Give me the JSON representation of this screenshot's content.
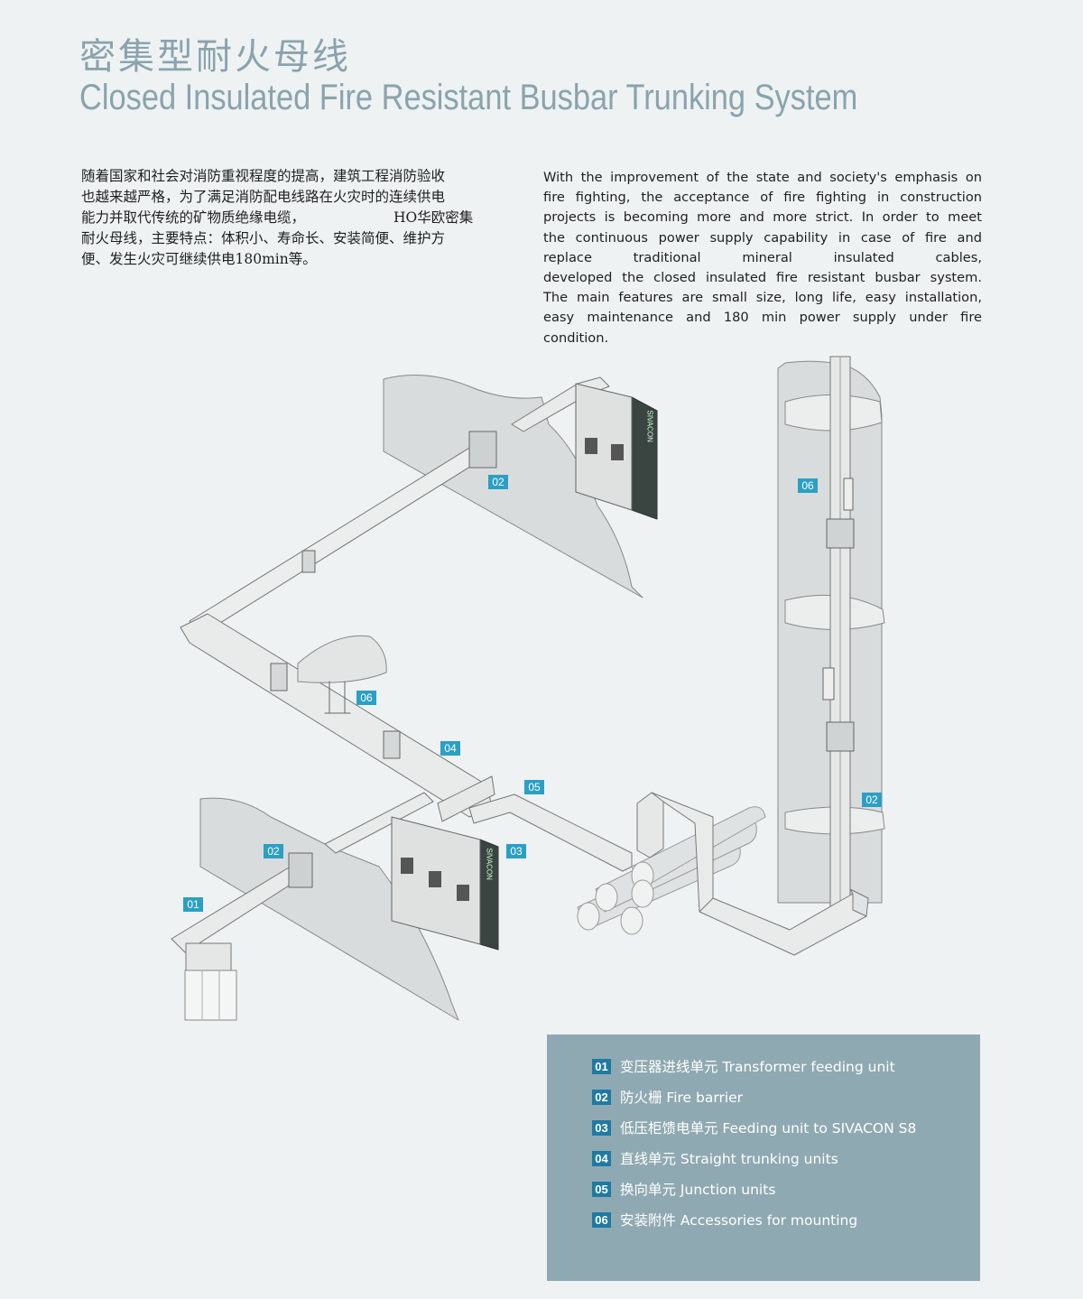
{
  "header": {
    "title_cn": "密集型耐火母线",
    "title_en": "Closed Insulated Fire Resistant Busbar Trunking System"
  },
  "intro": {
    "cn_lines": [
      "随着国家和社会对消防重视程度的提高，建筑工程消防验收",
      "也越来越严格，为了满足消防配电线路在火灾时的连续供电",
      "能力并取代传统的矿物质绝缘电缆，",
      "HO华欧密集",
      "耐火母线，主要特点：体积小、寿命长、安装简便、维护方",
      "便、发生火灾可继续供电180min等。"
    ],
    "en_lines": [
      "With the improvement of the state and society's emphasis on",
      "fire fighting, the acceptance of fire fighting in construction",
      "projects is becoming more and more strict. In order to meet",
      "the continuous power supply capability in case of fire and",
      "replace traditional mineral insulated cables,",
      "developed the closed insulated fire resistant busbar system.",
      "The main features are small size, long life, easy installation,",
      "easy maintenance and 180 min power supply under fire",
      "condition."
    ]
  },
  "diagram": {
    "cabinet_brand": "SIVACON",
    "callouts": [
      "02",
      "06",
      "06",
      "04",
      "05",
      "02",
      "03",
      "01",
      "02"
    ]
  },
  "legend": {
    "items": [
      {
        "num": "01",
        "text": "变压器进线单元 Transformer feeding unit"
      },
      {
        "num": "02",
        "text": "防火栅 Fire barrier"
      },
      {
        "num": "03",
        "text": "低压柜馈电单元 Feeding unit to SIVACON S8"
      },
      {
        "num": "04",
        "text": "直线单元 Straight trunking units"
      },
      {
        "num": "05",
        "text": "换向单元 Junction units"
      },
      {
        "num": "06",
        "text": "安装附件 Accessories for mounting"
      }
    ]
  },
  "colors": {
    "title": "#8aa3ad",
    "legend_bg": "#8fa9b2",
    "callout": "#2c9fc4",
    "legend_num": "#1f7aa3"
  }
}
